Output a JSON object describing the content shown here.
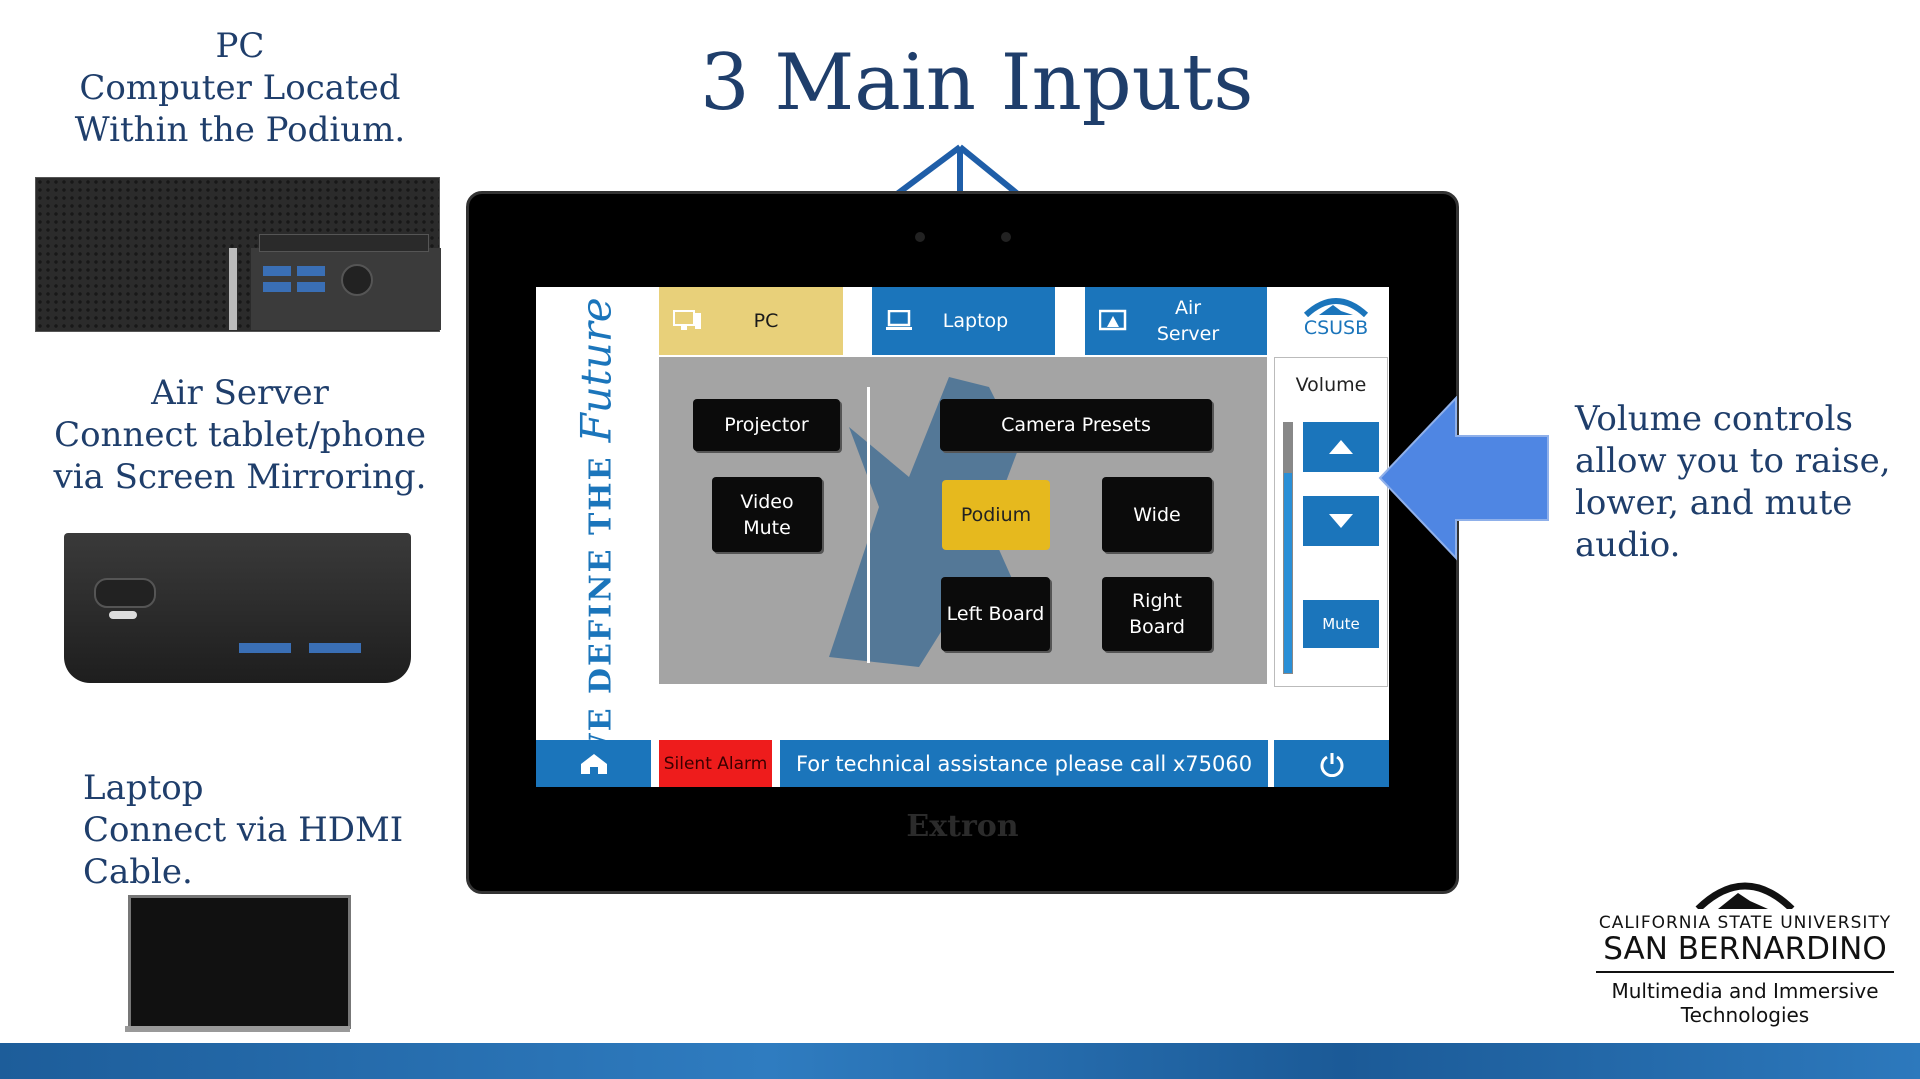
{
  "slide": {
    "title": "3 Main Inputs"
  },
  "left_devices": {
    "pc": {
      "line1": "PC",
      "line2": "Computer Located",
      "line3": "Within the Podium."
    },
    "air_server": {
      "line1": "Air Server",
      "line2": "Connect tablet/phone",
      "line3": "via Screen Mirroring."
    },
    "laptop": {
      "line1": "Laptop",
      "line2": "Connect via HDMI",
      "line3": "Cable."
    }
  },
  "touch_panel": {
    "vertical_slogan": "WE DEFINE THE",
    "vertical_script": "Future",
    "sources": [
      {
        "label": "PC",
        "icon": "monitor-icon",
        "state": "selected"
      },
      {
        "label": "Laptop",
        "icon": "laptop-icon",
        "state": "normal"
      },
      {
        "label_line1": "Air",
        "label_line2": "Server",
        "icon": "airplay-icon",
        "state": "normal"
      }
    ],
    "logo_text": "CSUSB",
    "controls": {
      "projector": "Projector",
      "video_mute_line1": "Video",
      "video_mute_line2": "Mute",
      "camera_presets": "Camera Presets",
      "podium": "Podium",
      "wide": "Wide",
      "left_board": "Left Board",
      "right_board": "Right Board"
    },
    "volume": {
      "label": "Volume",
      "mute": "Mute",
      "level": 0.8
    },
    "bottom_bar": {
      "home_icon": "home-icon",
      "silent_alarm": "Silent Alarm",
      "assistance": "For technical assistance please call x75060",
      "power_icon": "power-icon"
    },
    "brand": "Extron",
    "colors": {
      "blue": "#1b75bb",
      "selected": "#e8d07a",
      "alarm": "#ee1c1c"
    }
  },
  "volume_callout": {
    "line1": "Volume controls",
    "line2": "allow you to raise,",
    "line3": "lower, and mute",
    "line4": "audio."
  },
  "logo": {
    "university_line1": "CALIFORNIA STATE UNIVERSITY",
    "university_line2": "SAN BERNARDINO",
    "department_line1": "Multimedia and Immersive",
    "department_line2": "Technologies"
  }
}
